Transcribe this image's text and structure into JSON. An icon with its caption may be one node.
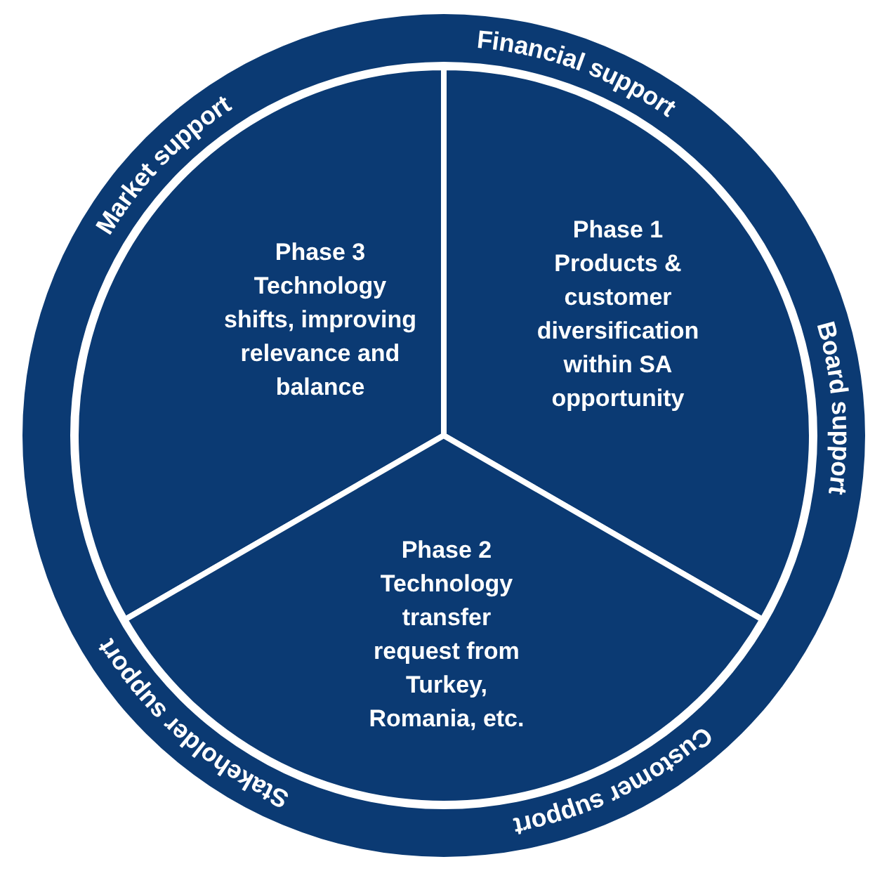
{
  "diagram": {
    "nodes": [
      {
        "text": [
          "Financial support",
          "Market support",
          "Board support",
          "Stakeholder support",
          "Customer support"
        ]
      },
      {
        "text": [
          "Phase 3",
          "Technology shifts, improving relevance and balance"
        ],
        "in": 0
      },
      {
        "text": [
          "Phase 1",
          "Products & customer diversification within SA opportunity"
        ],
        "in": 0
      },
      {
        "text": [
          "Phase 2",
          "Technology transfer request from Turkey, Romania, etc."
        ],
        "in": 0
      }
    ]
  }
}
